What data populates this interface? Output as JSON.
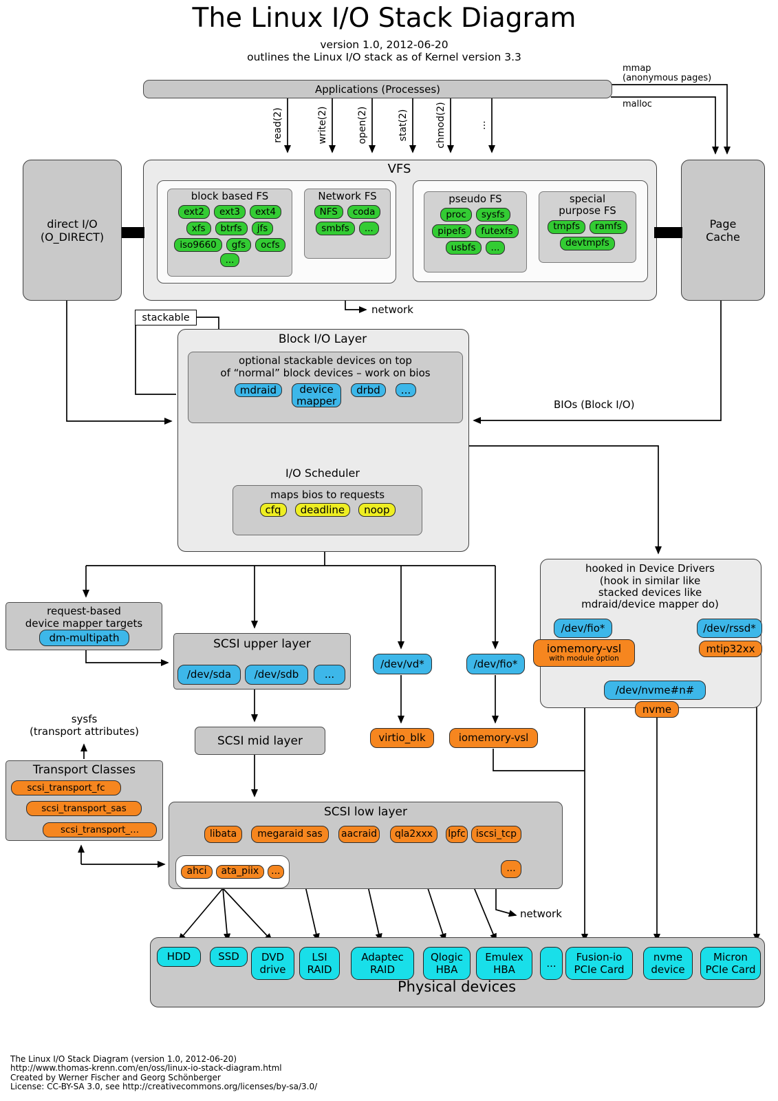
{
  "header": {
    "title": "The Linux I/O Stack Diagram",
    "subtitle1": "version 1.0, 2012-06-20",
    "subtitle2": "outlines the Linux I/O stack as of Kernel version 3.3"
  },
  "top": {
    "applications": "Applications (Processes)",
    "syscalls": [
      "read(2)",
      "write(2)",
      "open(2)",
      "stat(2)",
      "chmod(2)",
      "..."
    ],
    "mmap": "mmap",
    "mmap_sub": "(anonymous pages)",
    "malloc": "malloc"
  },
  "direct_io": {
    "line1": "direct I/O",
    "line2": "(O_DIRECT)"
  },
  "page_cache": {
    "line1": "Page",
    "line2": "Cache"
  },
  "vfs": {
    "title": "VFS",
    "block_fs": {
      "title": "block based FS",
      "items": [
        "ext2",
        "ext3",
        "ext4",
        "xfs",
        "btrfs",
        "jfs",
        "iso9660",
        "gfs",
        "ocfs",
        "..."
      ]
    },
    "network_fs": {
      "title": "Network FS",
      "items": [
        "NFS",
        "coda",
        "smbfs",
        "..."
      ]
    },
    "pseudo_fs": {
      "title": "pseudo FS",
      "items": [
        "proc",
        "sysfs",
        "pipefs",
        "futexfs",
        "usbfs",
        "..."
      ]
    },
    "special_fs": {
      "title_line1": "special",
      "title_line2": "purpose FS",
      "items": [
        "tmpfs",
        "ramfs",
        "devtmpfs"
      ]
    },
    "network_label": "network"
  },
  "block_layer": {
    "title": "Block I/O Layer",
    "stackable": "stackable",
    "note_line1": "optional stackable devices on top",
    "note_line2": "of “normal” block devices – work on bios",
    "devices": [
      "mdraid",
      "device mapper",
      "drbd",
      "..."
    ],
    "bios_label": "BIOs (Block I/O)",
    "scheduler": {
      "title": "I/O Scheduler",
      "note": "maps bios to requests",
      "items": [
        "cfq",
        "deadline",
        "noop"
      ]
    }
  },
  "dm_targets": {
    "line1": "request-based",
    "line2": "device mapper targets",
    "pill": "dm-multipath"
  },
  "scsi": {
    "upper_title": "SCSI upper layer",
    "upper_items": [
      "/dev/sda",
      "/dev/sdb",
      "..."
    ],
    "mid_title": "SCSI mid layer",
    "low_title": "SCSI low layer",
    "low_drivers": [
      "libata",
      "megaraid sas",
      "aacraid",
      "qla2xxx",
      "lpfc",
      "iscsi_tcp"
    ],
    "low_dots": "...",
    "ata_drivers": [
      "ahci",
      "ata_piix",
      "..."
    ],
    "network_label": "network"
  },
  "virt": {
    "dev_vd": "/dev/vd*",
    "dev_fio": "/dev/fio*",
    "virtio_blk": "virtio_blk",
    "iomemory": "iomemory-vsl"
  },
  "transport": {
    "sysfs_line1": "sysfs",
    "sysfs_line2": "(transport attributes)",
    "title": "Transport Classes",
    "items": [
      "scsi_transport_fc",
      "scsi_transport_sas",
      "scsi_transport_..."
    ]
  },
  "device_drivers": {
    "title_line1": "hooked in Device Drivers",
    "title_line2": "(hook in similar like",
    "title_line3": "stacked devices like",
    "title_line4": "mdraid/device mapper do)",
    "dev_fio": "/dev/fio*",
    "iomemory": "iomemory-vsl",
    "iomemory_sub": "with module option",
    "dev_rssd": "/dev/rssd*",
    "mtip": "mtip32xx",
    "dev_nvme": "/dev/nvme#n#",
    "nvme": "nvme"
  },
  "physical": {
    "title": "Physical devices",
    "devices": [
      "HDD",
      "SSD",
      "DVD drive",
      "LSI RAID",
      "Adaptec RAID",
      "Qlogic HBA",
      "Emulex HBA",
      "...",
      "Fusion-io PCIe Card",
      "nvme device",
      "Micron PCIe Card"
    ]
  },
  "footer": {
    "line1": "The Linux I/O Stack Diagram (version 1.0, 2012-06-20)",
    "line2": "http://www.thomas-krenn.com/en/oss/linux-io-stack-diagram.html",
    "line3": "Created by Werner Fischer and Georg Schönberger",
    "line4": "License: CC-BY-SA 3.0, see http://creativecommons.org/licenses/by-sa/3.0/"
  }
}
